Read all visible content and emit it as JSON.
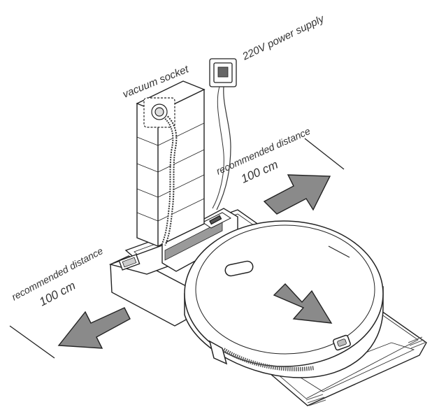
{
  "labels": {
    "vacuum_socket": "vacuum socket",
    "power_supply": "220V power supply",
    "rec_top": "recommended distance",
    "rec_top_value": "100 cm",
    "rec_left": "recommended distance",
    "rec_left_value": "100 cm"
  },
  "colors": {
    "line": "#222222",
    "arrow_fill": "#8a8a8a",
    "shade": "#9a9a9a",
    "hatch": "#555555"
  }
}
